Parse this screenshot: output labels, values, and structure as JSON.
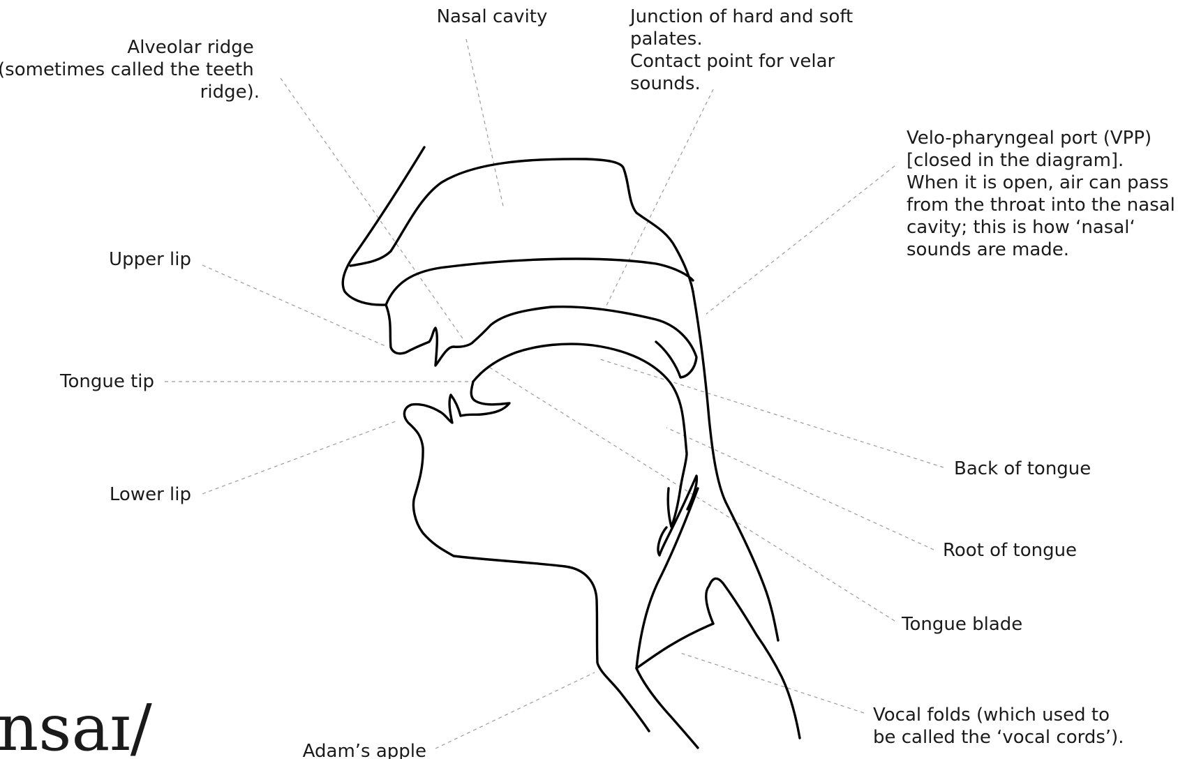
{
  "figure": {
    "labels": {
      "nasal_cavity": [
        "Nasal cavity"
      ],
      "alveolar_ridge": [
        "Alveolar ridge",
        "(sometimes called the teeth",
        "ridge)."
      ],
      "junction": [
        "Junction of hard and soft",
        "palates.",
        "Contact point for velar",
        "sounds."
      ],
      "vpp": [
        "Velo-pharyngeal port (VPP)",
        "[closed in the diagram].",
        "When it is open, air can pass",
        "from the throat into the nasal",
        "cavity; this is how ‘nasal‘",
        "sounds are made."
      ],
      "upper_lip": [
        "Upper lip"
      ],
      "tongue_tip": [
        "Tongue tip"
      ],
      "lower_lip": [
        "Lower lip"
      ],
      "back_of_tongue": [
        "Back of tongue"
      ],
      "root_of_tongue": [
        "Root of tongue"
      ],
      "tongue_blade": [
        "Tongue blade"
      ],
      "vocal_folds": [
        "Vocal folds (which used to",
        "be called the ‘vocal cords’)."
      ],
      "adams_apple": [
        "Adam’s apple"
      ]
    },
    "partial_transcription": "nsaɪ/"
  }
}
